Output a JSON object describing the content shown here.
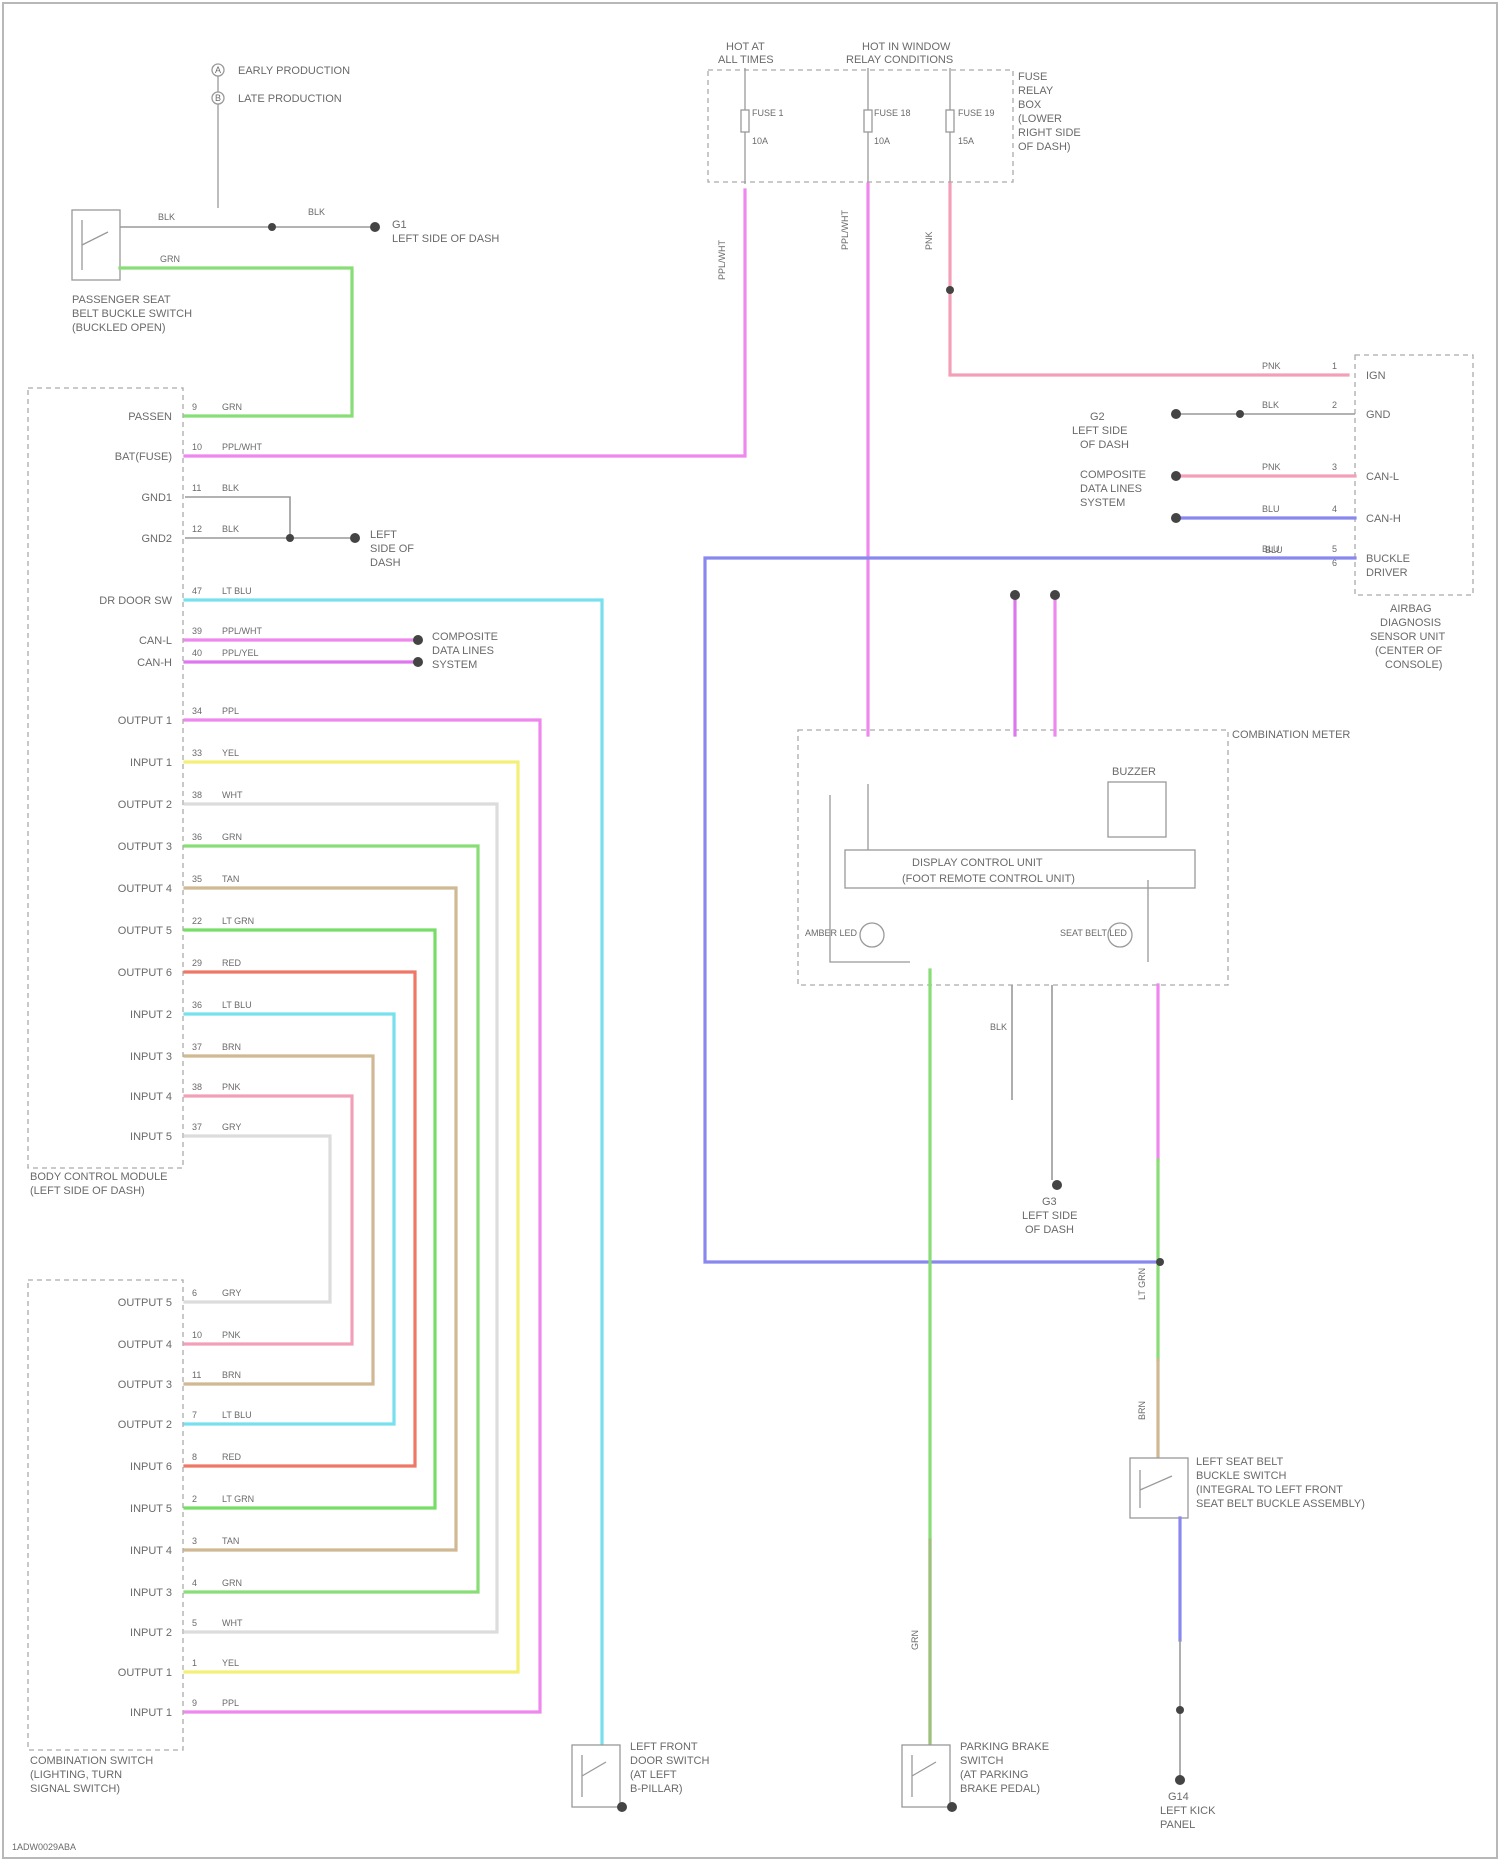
{
  "colors": {
    "background": "#ffffff",
    "border": "#b8b8b8",
    "ppl": "#ee88ee",
    "pnk": "#f2a0b8",
    "grn": "#88dd77",
    "lt_grn": "#77dd66",
    "blu": "#8888ee",
    "lt_blu": "#77e0ee",
    "yel": "#f4f077",
    "red": "#ee7766",
    "tan": "#cfb892",
    "wht": "#dcdcdc",
    "gry": "#cccccc",
    "dk_grn": "#9fbf7f"
  },
  "legend": {
    "items": [
      {
        "symbol": "A",
        "label": "EARLY PRODUCTION"
      },
      {
        "symbol": "B",
        "label": "LATE PRODUCTION"
      }
    ]
  },
  "components": {
    "fuse_block": {
      "label": [
        "FUSE",
        "RELAY",
        "BOX",
        "(LOWER",
        "RIGHT SIDE",
        "OF DASH)"
      ],
      "inputs": [
        {
          "name": "HOT AT",
          "sub": "ALL TIMES",
          "fuse": "FUSE 1",
          "amp": "10A"
        },
        {
          "name": "HOT IN WINDOW",
          "sub": "RELAY CONDITIONS",
          "fuse": "FUSE 18",
          "amp": "10A"
        },
        {
          "name": "",
          "sub": "",
          "fuse": "FUSE 19",
          "amp": "15A"
        }
      ]
    },
    "seat_belt_buckle": [
      "PASSENGER SEAT",
      "BELT BUCKLE SWITCH",
      "(BUCKLED OPEN)"
    ],
    "body_control": [
      "BODY CONTROL MODULE",
      "(LEFT SIDE OF DASH)"
    ],
    "combination_switch": [
      "COMBINATION SWITCH",
      "(LIGHTING, TURN",
      "SIGNAL SWITCH)"
    ],
    "combination_meter": "COMBINATION METER",
    "display_control": "DISPLAY CONTROL UNIT",
    "display_sub": "(FOOT REMOTE CONTROL UNIT)",
    "buzzer": "BUZZER",
    "lamp_left": "AMBER LED",
    "lamp_right": "SEAT BELT LED",
    "airbag_module": [
      "AIRBAG",
      "DIAGNOSIS",
      "SENSOR UNIT",
      "(CENTER OF",
      "CONSOLE)"
    ],
    "front_door_switch": [
      "LEFT FRONT",
      "DOOR SWITCH",
      "(AT LEFT",
      "B-PILLAR)"
    ],
    "parking_brake_switch": [
      "PARKING BRAKE",
      "SWITCH",
      "(AT PARKING",
      "BRAKE PEDAL)"
    ],
    "driver_belt_switch": [
      "LEFT SEAT BELT",
      "BUCKLE SWITCH",
      "(INTEGRAL TO LEFT FRONT",
      "SEAT BELT BUCKLE ASSEMBLY)"
    ],
    "ground_g1": [
      "G1",
      "LEFT SIDE OF DASH"
    ],
    "ground_g2": [
      "G2",
      "LEFT SIDE",
      "OF DASH"
    ],
    "ground_g3": [
      "G3",
      "LEFT SIDE",
      "OF DASH"
    ],
    "ground_g4": [
      "G14",
      "LEFT KICK",
      "PANEL"
    ],
    "data_link": [
      "COMPOSITE",
      "DATA LINES",
      "SYSTEM"
    ],
    "data_link_2": [
      "COMPOSITE",
      "DATA LINES",
      "SYSTEM"
    ],
    "left_ground": [
      "LEFT",
      "SIDE OF",
      "DASH"
    ]
  },
  "bcm_pins": [
    {
      "label": "PASSEN",
      "pin": "9",
      "wire": "GRN"
    },
    {
      "label": "BAT(FUSE)",
      "pin": "10",
      "wire": "PPL/WHT"
    },
    {
      "label": "GND1",
      "pin": "11",
      "wire": "BLK"
    },
    {
      "label": "GND2",
      "pin": "12",
      "wire": "BLK"
    },
    {
      "label": "DR DOOR SW",
      "pin": "47",
      "wire": "LT BLU"
    },
    {
      "label": "CAN-L",
      "pin": "39",
      "wire": "PPL/WHT"
    },
    {
      "label": "CAN-H",
      "pin": "40",
      "wire": "PPL/YEL"
    },
    {
      "label": "OUTPUT 1",
      "pin": "34",
      "wire": "PPL"
    },
    {
      "label": "INPUT 1",
      "pin": "33",
      "wire": "YEL"
    },
    {
      "label": "OUTPUT 2",
      "pin": "38",
      "wire": "WHT"
    },
    {
      "label": "OUTPUT 3",
      "pin": "36",
      "wire": "GRN"
    },
    {
      "label": "OUTPUT 4",
      "pin": "35",
      "wire": "TAN"
    },
    {
      "label": "OUTPUT 5",
      "pin": "22",
      "wire": "LT GRN"
    },
    {
      "label": "OUTPUT 6",
      "pin": "29",
      "wire": "RED"
    },
    {
      "label": "INPUT 2",
      "pin": "36",
      "wire": "LT BLU"
    },
    {
      "label": "INPUT 3",
      "pin": "37",
      "wire": "BRN"
    },
    {
      "label": "INPUT 4",
      "pin": "38",
      "wire": "PNK"
    },
    {
      "label": "INPUT 5",
      "pin": "37",
      "wire": "GRY"
    }
  ],
  "cs_pins": [
    {
      "label": "OUTPUT 5",
      "pin": "6",
      "wire": "GRY"
    },
    {
      "label": "OUTPUT 4",
      "pin": "10",
      "wire": "PNK"
    },
    {
      "label": "OUTPUT 3",
      "pin": "11",
      "wire": "BRN"
    },
    {
      "label": "OUTPUT 2",
      "pin": "7",
      "wire": "LT BLU"
    },
    {
      "label": "INPUT 6",
      "pin": "8",
      "wire": "RED"
    },
    {
      "label": "INPUT 5",
      "pin": "2",
      "wire": "LT GRN"
    },
    {
      "label": "INPUT 4",
      "pin": "3",
      "wire": "TAN"
    },
    {
      "label": "INPUT 3",
      "pin": "4",
      "wire": "GRN"
    },
    {
      "label": "INPUT 2",
      "pin": "5",
      "wire": "WHT"
    },
    {
      "label": "OUTPUT 1",
      "pin": "1",
      "wire": "YEL"
    },
    {
      "label": "INPUT 1",
      "pin": "9",
      "wire": "PPL"
    }
  ],
  "airbag_pins": [
    {
      "label": "IGN",
      "pin": "1",
      "wire": "PNK"
    },
    {
      "label": "GND",
      "pin": "2",
      "wire": "BLK"
    },
    {
      "label": "CAN-L",
      "pin": "3",
      "wire": "PNK"
    },
    {
      "label": "CAN-H",
      "pin": "4",
      "wire": "BLU"
    },
    {
      "label": "BUCKLE",
      "pin": "5",
      "wire": "BLU"
    },
    {
      "label": "DRIVER",
      "pin": "6",
      "wire": ""
    }
  ],
  "wire_labels": {
    "seat_blk": "BLK",
    "seat_blk2": "BLK",
    "seat_grn": "GRN",
    "g1_label": "G1",
    "g1_sub": "LEFT SIDE OF DASH",
    "ppl_wht": "PPL/WHT",
    "ppl_wht2": "PPL/WHT",
    "pnk": "PNK",
    "blu": "BLU",
    "blk": "BLK",
    "lt_grn": "LT GRN",
    "dk_grn": "GRN",
    "brn": "BRN"
  },
  "footer": {
    "code": "1ADW0029ABA"
  }
}
